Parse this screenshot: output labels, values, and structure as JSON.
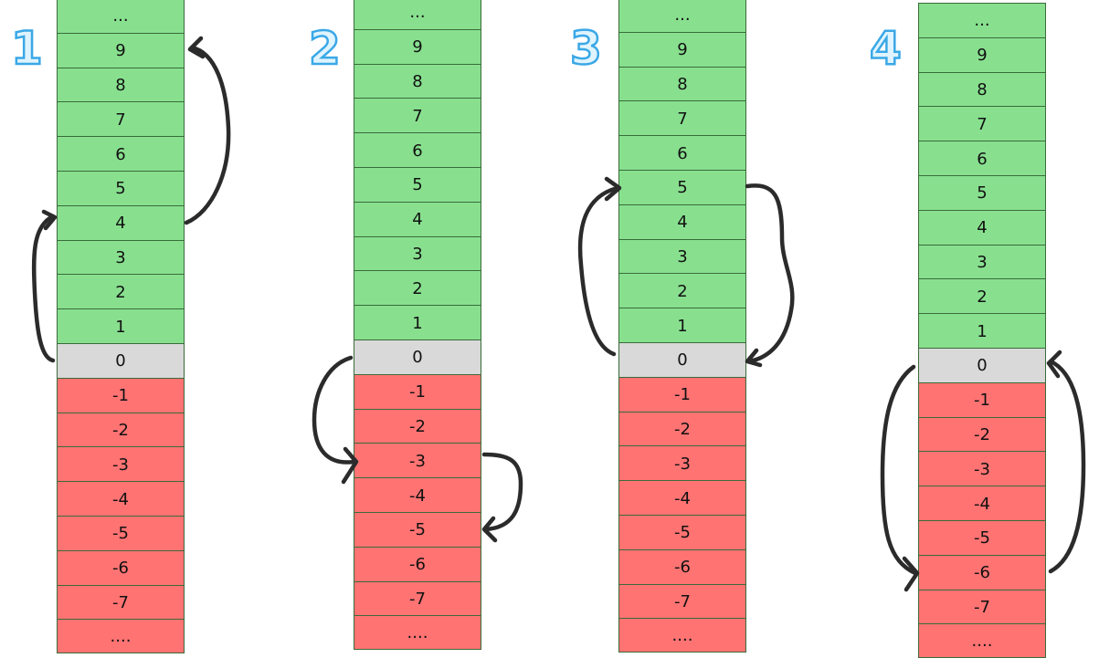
{
  "panels": [
    {
      "number": "1"
    },
    {
      "number": "2"
    },
    {
      "number": "3"
    },
    {
      "number": "4"
    }
  ],
  "cells": [
    {
      "label": "...",
      "kind": "pos"
    },
    {
      "label": "9",
      "kind": "pos"
    },
    {
      "label": "8",
      "kind": "pos"
    },
    {
      "label": "7",
      "kind": "pos"
    },
    {
      "label": "6",
      "kind": "pos"
    },
    {
      "label": "5",
      "kind": "pos"
    },
    {
      "label": "4",
      "kind": "pos"
    },
    {
      "label": "3",
      "kind": "pos"
    },
    {
      "label": "2",
      "kind": "pos"
    },
    {
      "label": "1",
      "kind": "pos"
    },
    {
      "label": "0",
      "kind": "zero"
    },
    {
      "label": "-1",
      "kind": "neg"
    },
    {
      "label": "-2",
      "kind": "neg"
    },
    {
      "label": "-3",
      "kind": "neg"
    },
    {
      "label": "-4",
      "kind": "neg"
    },
    {
      "label": "-5",
      "kind": "neg"
    },
    {
      "label": "-6",
      "kind": "neg"
    },
    {
      "label": "-7",
      "kind": "neg"
    },
    {
      "label": "....",
      "kind": "neg"
    }
  ],
  "colors": {
    "positive": "#88e08f",
    "zero": "#d9d9d9",
    "negative": "#ff7373",
    "panel_number": "#3aa8e6",
    "arrow": "#2b2b2b"
  }
}
